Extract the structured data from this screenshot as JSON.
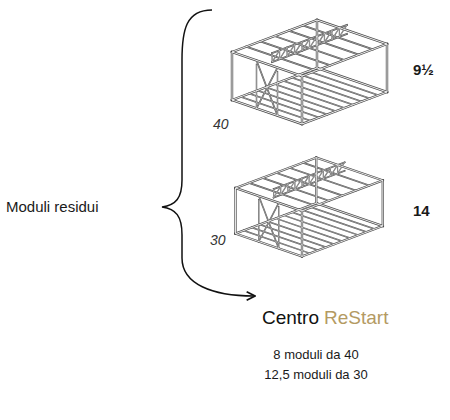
{
  "diagram": {
    "labels": [
      "Moduli residui",
      "40",
      "9½",
      "30",
      "14",
      "Centro",
      "ReStart",
      "8 moduli da 40",
      "12,5 moduli da 30"
    ]
  }
}
